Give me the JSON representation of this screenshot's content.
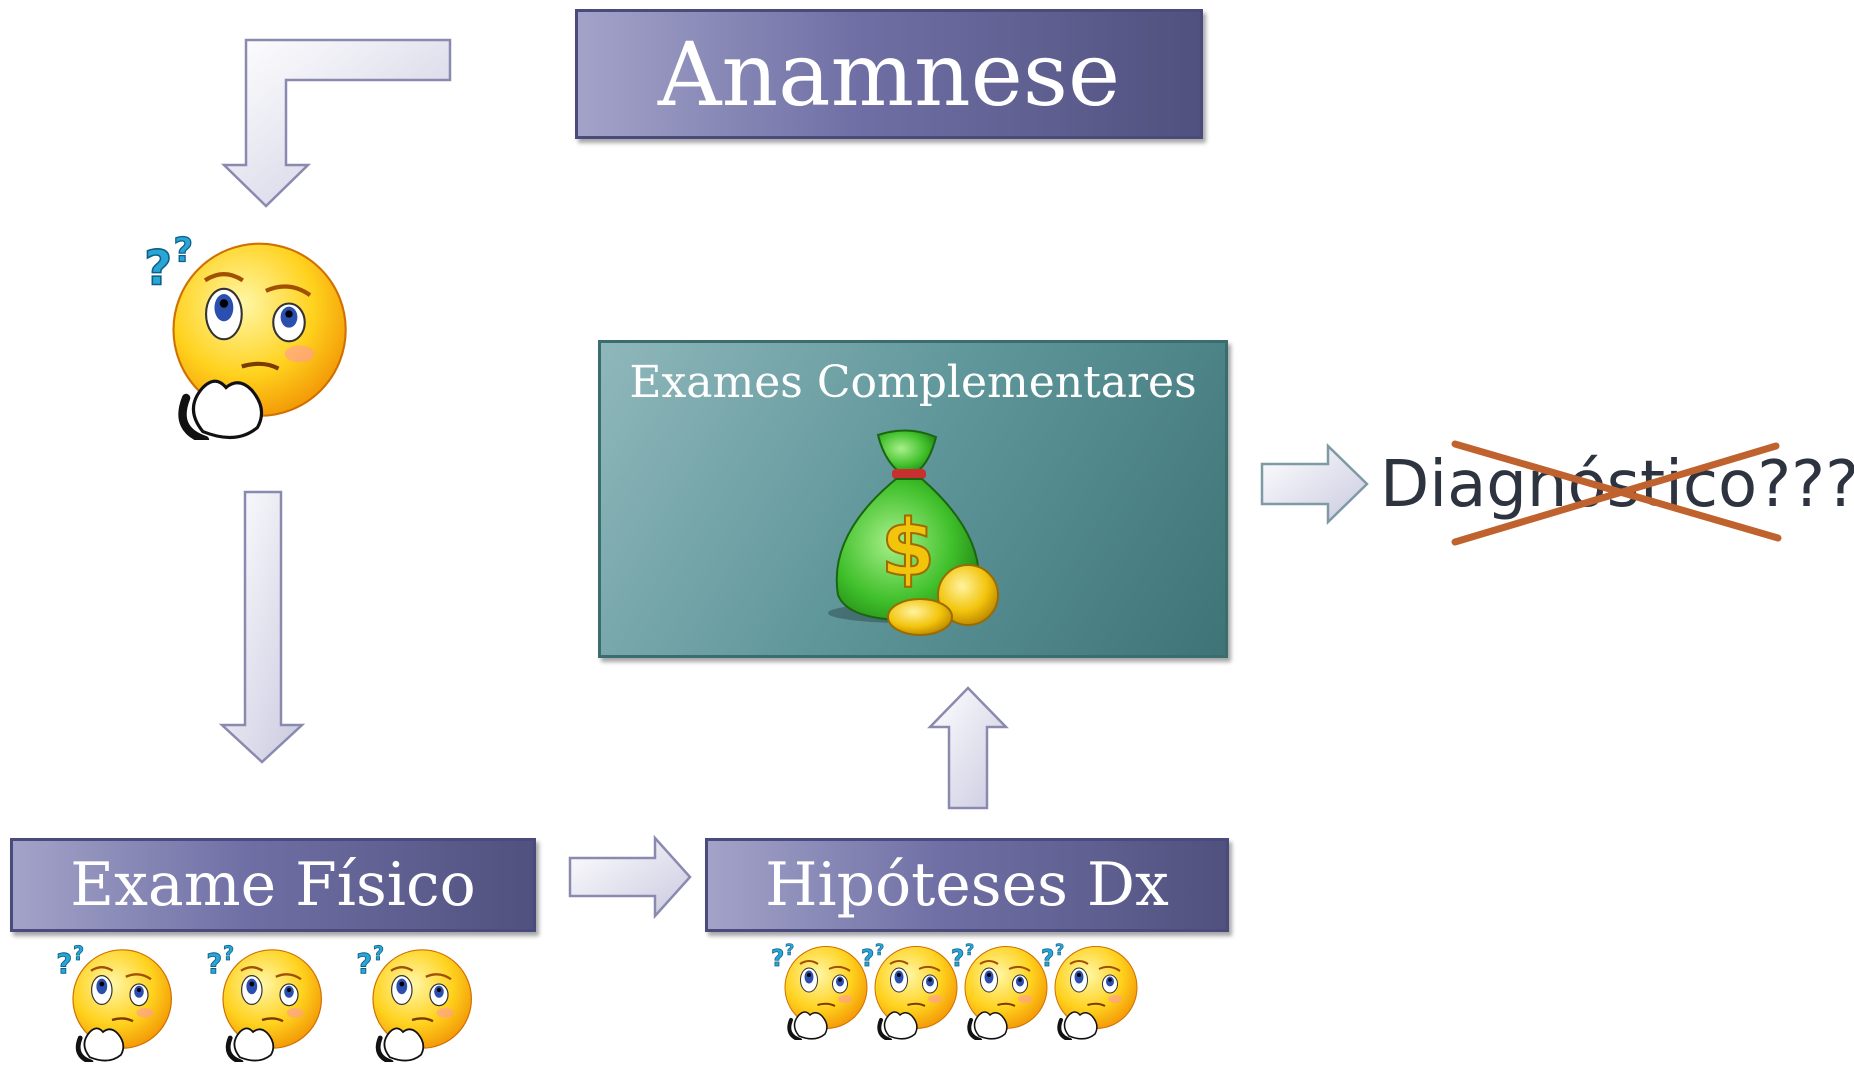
{
  "boxes": {
    "anamnese": "Anamnese",
    "exame_fisico": "Exame Físico",
    "hipoteses": "Hipóteses Dx",
    "exames_complementares": "Exames Complementares"
  },
  "result": {
    "text": "Diagnóstico???",
    "crossed_out": true
  },
  "icons": {
    "thinking_face": "thinking-face-with-question-marks",
    "money_bag": "money-bag-with-dollar-sign-and-coins"
  },
  "colors": {
    "box_purple": "#6f6fa5",
    "box_teal": "#5d9599",
    "arrow_fill": "#dcdcec",
    "cross": "#c0622e"
  }
}
